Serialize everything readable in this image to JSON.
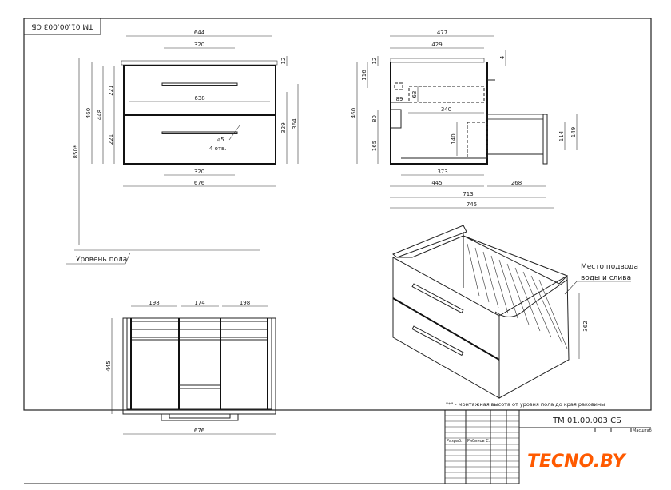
{
  "stamp": {
    "inverted_code": "ТМ 01.00.003 СБ"
  },
  "front_view": {
    "dims": {
      "width_top": "644",
      "handle_top": "320",
      "inner": "638",
      "handle_bottom": "320",
      "width": "676",
      "height_total": "850*",
      "height": "460",
      "height_body": "448",
      "drawer_top": "221",
      "drawer_bottom": "221",
      "top_12": "12",
      "right_329": "329",
      "right_364": "364"
    },
    "hole_note": "⌀5",
    "hole_count": "4 отв."
  },
  "floor_label": "Уровень пола",
  "side_view": {
    "dims": {
      "d477": "477",
      "d429": "429",
      "d445": "445",
      "d268": "268",
      "d713": "713",
      "d745": "745",
      "d373": "373",
      "d340": "340",
      "d460": "460",
      "d116": "116",
      "d12": "12",
      "d80": "80",
      "d165": "165",
      "d89": "89",
      "d63": "63",
      "d140": "140",
      "d4": "4",
      "d114": "114",
      "d149": "149"
    }
  },
  "bottom_view": {
    "dims": {
      "left": "198",
      "middle": "174",
      "right": "198",
      "depth": "445",
      "width": "676"
    }
  },
  "iso_view": {
    "note_line1": "Место подвода",
    "note_line2": "воды и слива",
    "dim": "362"
  },
  "footnote": "\"*\" - монтажная высота от уровня пола до края раковины",
  "title_block": {
    "code": "ТМ 01.00.003 СБ",
    "scale_label": "Масштаб",
    "role": "Разраб.",
    "author": "Рябинов С."
  },
  "logo": {
    "text": "TECNO.BY",
    "color": "#ff5a00"
  }
}
